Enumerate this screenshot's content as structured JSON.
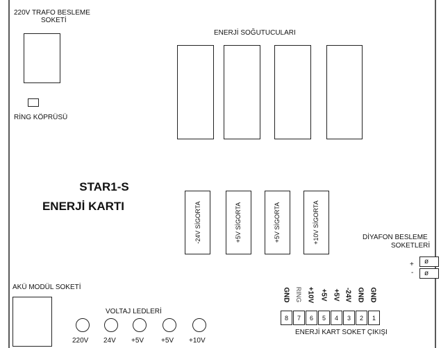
{
  "board_title": {
    "line1": "STAR1-S",
    "line2": "ENERJİ KARTI"
  },
  "trafo": {
    "line1": "220V TRAFO BESLEME",
    "line2": "SOKETİ"
  },
  "ring_bridge": {
    "label": "RİNG KÖPRÜSÜ"
  },
  "heatsinks": {
    "label": "ENERJİ SOĞUTUCULARI",
    "count": 4
  },
  "fuses": [
    {
      "label": "-24V SİGORTA"
    },
    {
      "label": "+5V SİGORTA"
    },
    {
      "label": "+5V SİGORTA"
    },
    {
      "label": "+10V SİGORTA"
    }
  ],
  "intercom": {
    "line1": "DİYAFON BESLEME",
    "line2": "SOKETLERİ",
    "pins": [
      {
        "sign": "+",
        "symbol": "ø"
      },
      {
        "sign": "-",
        "symbol": "ø"
      }
    ]
  },
  "battery": {
    "label": "AKÜ MODÜL SOKETİ"
  },
  "leds": {
    "label": "VOLTAJ LEDLERİ",
    "items": [
      "220V",
      "24V",
      "+5V",
      "+5V",
      "+10V"
    ]
  },
  "output_connector": {
    "label": "ENERJİ KART SOKET ÇIKIŞI",
    "pins": [
      {
        "num": "8",
        "name": "GND"
      },
      {
        "num": "7",
        "name": "RING"
      },
      {
        "num": "6",
        "name": "+10V"
      },
      {
        "num": "5",
        "name": "+5V"
      },
      {
        "num": "4",
        "name": "+5V"
      },
      {
        "num": "3",
        "name": "-24V"
      },
      {
        "num": "2",
        "name": "GND"
      },
      {
        "num": "1",
        "name": "GND"
      }
    ]
  }
}
